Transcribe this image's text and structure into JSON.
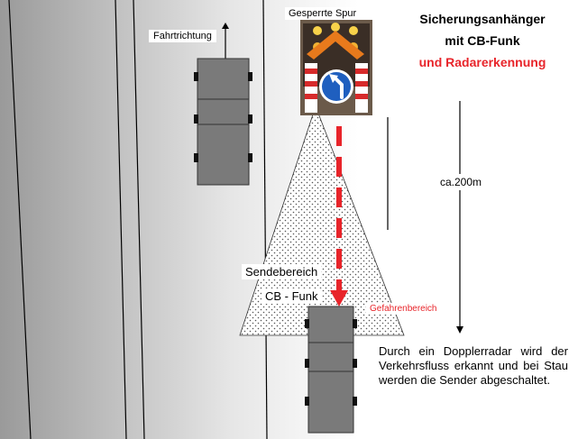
{
  "title": {
    "line1": "Sicherungsanhänger",
    "line2": "mit CB-Funk",
    "line3": "und Radarerkennung"
  },
  "labels": {
    "direction": "Fahrtrichtung",
    "lane_closed": "Gesperrte Spur",
    "distance": "ca.200m",
    "transmit_area": "Sendebereich",
    "cb_radio": "CB - Funk",
    "danger_area": "Gefahrenbereich"
  },
  "note": "Durch ein Dopplerradar wird der Verkehrsfluss erkannt und bei Stau werden die Sender abgeschaltet.",
  "colors": {
    "accent_red": "#e8242a",
    "sign_blue": "#1f5fbf",
    "trailer_orange": "#e87a1c",
    "truck_gray": "#7a7a7a"
  },
  "icons": [
    "keep-left-sign-icon",
    "warning-lights-icon",
    "direction-arrow-icon"
  ]
}
